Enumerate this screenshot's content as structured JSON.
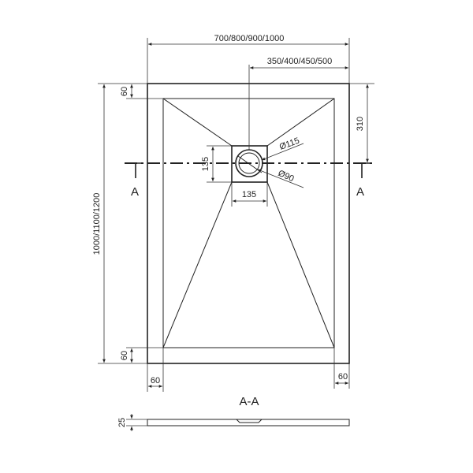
{
  "dimensions": {
    "overall_width": "700/800/900/1000",
    "drain_offset_x": "350/400/450/500",
    "overall_length": "1000/1100/1200",
    "drain_offset_y": "310",
    "border_top": "60",
    "border_bottom": "60",
    "border_left": "60",
    "border_right": "60",
    "drain_box_width": "135",
    "drain_box_height": "135",
    "drain_outer_diameter": "Ø115",
    "drain_inner_diameter": "Ø90",
    "tray_thickness": "25"
  },
  "labels": {
    "section_left": "A",
    "section_right": "A",
    "section_title": "A-A"
  }
}
